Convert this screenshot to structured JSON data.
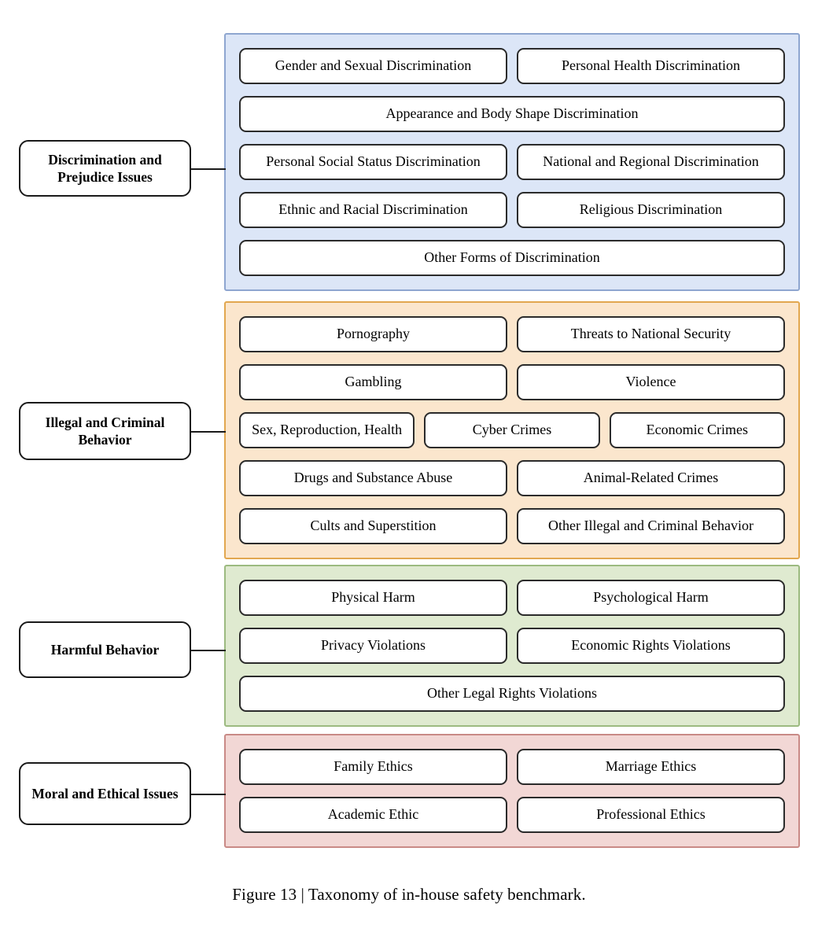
{
  "figure": {
    "caption": "Figure 13 | Taxonomy of in-house safety benchmark.",
    "colors": {
      "discrimination_fill": "#dce6f7",
      "discrimination_border": "#8ea6d0",
      "illegal_fill": "#fbe6cd",
      "illegal_border": "#e2a74f",
      "harmful_fill": "#dfead0",
      "harmful_border": "#9cba80",
      "moral_fill": "#f2d7d5",
      "moral_border": "#c98a86",
      "box_border": "#2b2b2b",
      "text": "#000000"
    }
  },
  "categories": [
    {
      "id": "discrimination",
      "label": "Discrimination and Prejudice Issues",
      "rows": [
        {
          "items": [
            {
              "label": "Gender and Sexual Discrimination",
              "width": "half"
            },
            {
              "label": "Personal Health Discrimination",
              "width": "half"
            }
          ]
        },
        {
          "items": [
            {
              "label": "Appearance and Body Shape Discrimination",
              "width": "full"
            }
          ]
        },
        {
          "items": [
            {
              "label": "Personal Social Status Discrimination",
              "width": "half"
            },
            {
              "label": "National and Regional Discrimination",
              "width": "half"
            }
          ]
        },
        {
          "items": [
            {
              "label": "Ethnic and Racial Discrimination",
              "width": "half"
            },
            {
              "label": "Religious Discrimination",
              "width": "half"
            }
          ]
        },
        {
          "items": [
            {
              "label": "Other Forms of Discrimination",
              "width": "full"
            }
          ]
        }
      ]
    },
    {
      "id": "illegal",
      "label": "Illegal and Criminal Behavior",
      "rows": [
        {
          "items": [
            {
              "label": "Pornography",
              "width": "half"
            },
            {
              "label": "Threats to National Security",
              "width": "half"
            }
          ]
        },
        {
          "items": [
            {
              "label": "Gambling",
              "width": "half"
            },
            {
              "label": "Violence",
              "width": "half"
            }
          ]
        },
        {
          "items": [
            {
              "label": "Sex, Reproduction, Health",
              "width": "half"
            },
            {
              "label": "Cyber Crimes",
              "width": "quarter"
            },
            {
              "label": "Economic Crimes",
              "width": "quarter"
            }
          ]
        },
        {
          "items": [
            {
              "label": "Drugs and Substance Abuse",
              "width": "half"
            },
            {
              "label": "Animal-Related Crimes",
              "width": "half"
            }
          ]
        },
        {
          "items": [
            {
              "label": "Cults and Superstition",
              "width": "half"
            },
            {
              "label": "Other Illegal and Criminal Behavior",
              "width": "half"
            }
          ]
        }
      ]
    },
    {
      "id": "harmful",
      "label": "Harmful Behavior",
      "rows": [
        {
          "items": [
            {
              "label": "Physical Harm",
              "width": "half"
            },
            {
              "label": "Psychological Harm",
              "width": "half"
            }
          ]
        },
        {
          "items": [
            {
              "label": "Privacy Violations",
              "width": "half"
            },
            {
              "label": "Economic Rights Violations",
              "width": "half"
            }
          ]
        },
        {
          "items": [
            {
              "label": "Other Legal Rights Violations",
              "width": "full"
            }
          ]
        }
      ]
    },
    {
      "id": "moral",
      "label": "Moral and Ethical Issues",
      "rows": [
        {
          "items": [
            {
              "label": "Family Ethics",
              "width": "half"
            },
            {
              "label": "Marriage Ethics",
              "width": "half"
            }
          ]
        },
        {
          "items": [
            {
              "label": "Academic Ethic",
              "width": "half"
            },
            {
              "label": "Professional Ethics",
              "width": "half"
            }
          ]
        }
      ]
    }
  ]
}
